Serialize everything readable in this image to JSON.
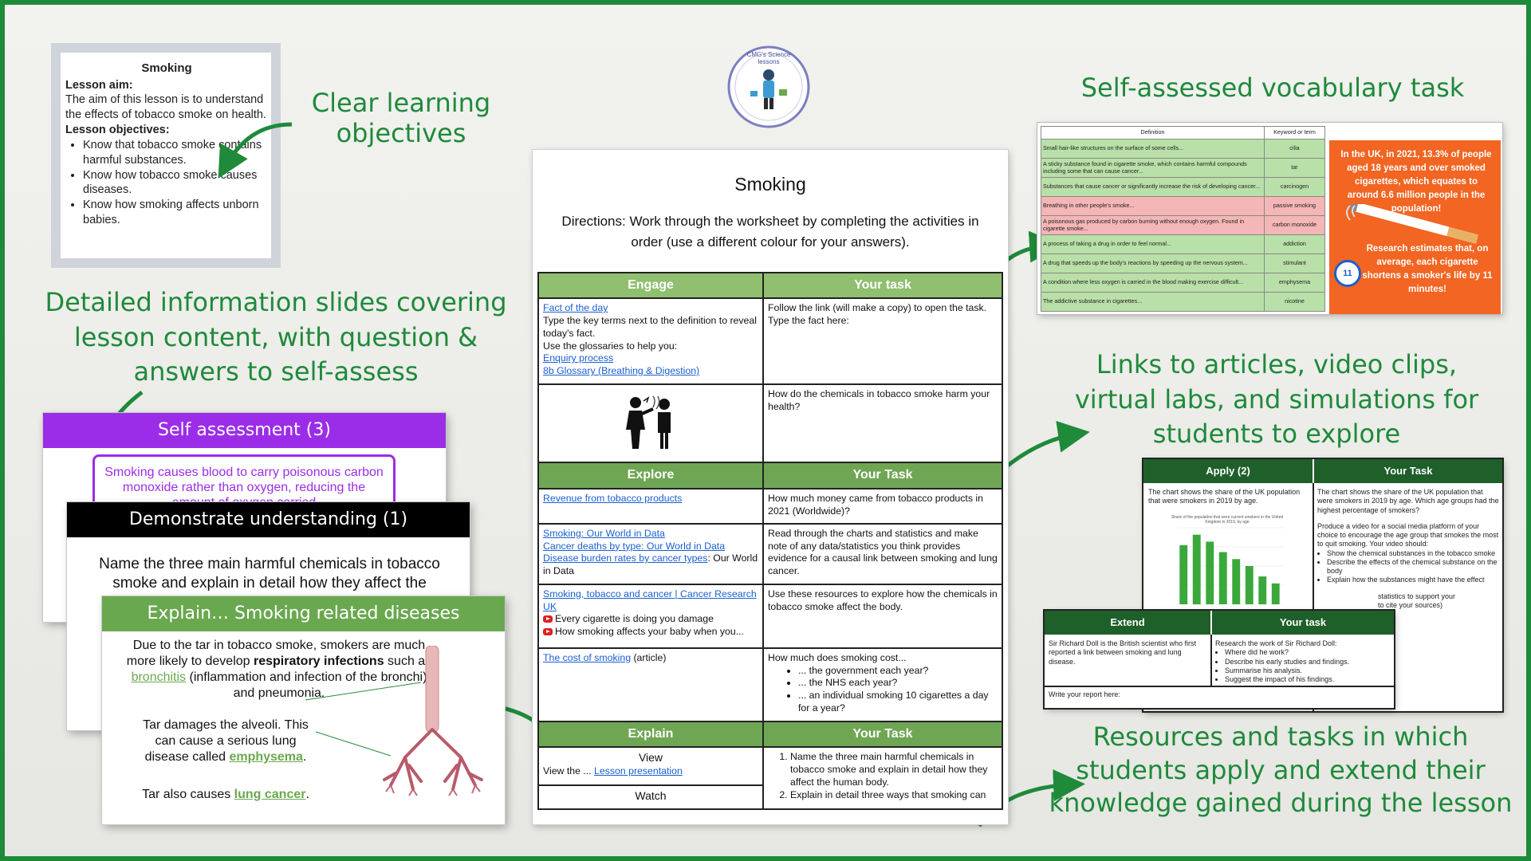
{
  "headings": {
    "objectives": "Clear learning objectives",
    "vocab": "Self-assessed vocabulary task",
    "info": "Detailed information slides covering lesson content, with question & answers to self-assess",
    "links": "Links to articles, video clips, virtual labs, and simulations for students to explore",
    "resources": "Resources and tasks in which students apply and extend their knowledge gained during the lesson"
  },
  "logo": {
    "text": "CMG's Science lessons"
  },
  "objectives_card": {
    "title": "Smoking",
    "aim_label": "Lesson aim:",
    "aim_text": "The aim of this lesson is to understand the effects of tobacco smoke on health.",
    "objectives_label": "Lesson objectives:",
    "objectives": [
      "Know that tobacco smoke contains harmful substances.",
      "Know how tobacco smoke causes diseases.",
      "Know how smoking affects unborn babies."
    ]
  },
  "worksheet": {
    "title": "Smoking",
    "directions": "Directions: Work through the worksheet by completing the activities in order (use a different colour for your answers).",
    "engage": {
      "header": "Engage",
      "task_header": "Your task",
      "link_fact": "Fact of the day",
      "text1": "Type the key terms next to the definition to reveal today's fact.",
      "text2": "Use the glossaries to help you:",
      "link_enquiry": "Enquiry process",
      "link_glossary": "8b Glossary (Breathing & Digestion)",
      "task1": "Follow the link (will make a copy) to open the task. Type the fact here:",
      "task2": "How do the chemicals in tobacco smoke harm your health?"
    },
    "explore": {
      "header": "Explore",
      "task_header": "Your Task",
      "link_revenue": "Revenue from tobacco products",
      "q_revenue": "How much money came from tobacco products in 2021 (Worldwide)?",
      "link_owid1": "Smoking: Our World in Data",
      "link_owid2": "Cancer deaths by type: Our World in Data",
      "link_owid3": "Disease burden rates by cancer types",
      "owid3_suffix": ": Our World in Data",
      "q_charts": "Read through the charts and statistics and make note of any data/statistics you think provides evidence for a causal link between smoking and lung cancer.",
      "link_cruk": "Smoking, tobacco and cancer | Cancer Research UK",
      "video1": "Every cigarette is doing you damage",
      "video2": "How smoking affects your baby when you...",
      "q_resources": "Use these resources to explore how the chemicals in tobacco smoke affect the body.",
      "link_cost": "The cost of smoking",
      "cost_suffix": " (article)",
      "q_cost": "How much does smoking cost...",
      "cost_items": [
        "... the government each year?",
        "... the NHS each year?",
        "... an individual smoking 10 cigarettes a day for a year?"
      ]
    },
    "explain": {
      "header": "Explain",
      "task_header": "Your Task",
      "view": "View",
      "view_the": "View the ... ",
      "link_presentation": "Lesson presentation",
      "watch": "Watch",
      "tasks": [
        "Name the three main harmful chemicals in tobacco smoke and explain in detail how they affect the human body.",
        "Explain in detail three ways that smoking can"
      ]
    }
  },
  "slides": {
    "self_assessment": {
      "title": "Self assessment (3)",
      "text": "Smoking causes blood to carry poisonous carbon monoxide rather than oxygen, reducing the amount of oxygen carried"
    },
    "demonstrate": {
      "title": "Demonstrate understanding (1)",
      "text": "Name the three main harmful chemicals in tobacco smoke and explain in detail how they affect the human body."
    },
    "explain": {
      "title": "Explain… Smoking related diseases",
      "p1_a": "Due to the tar in tobacco smoke, smokers are much more likely to develop ",
      "p1_b": "respiratory infections",
      "p1_c": " such as ",
      "p1_link": "bronchitis",
      "p1_d": " (inflammation and infection of the bronchi) and pneumonia.",
      "p2_a": "Tar damages the alveoli. This can cause a serious lung disease called ",
      "p2_link": "emphysema",
      "p3_a": "Tar also causes ",
      "p3_link": "lung cancer"
    }
  },
  "vocab": {
    "col_def": "Definition",
    "col_key": "Keyword or term",
    "rows": [
      {
        "def": "Small hair-like structures on the surface of some cells...",
        "key": "cilia",
        "color": "#b9e0a8"
      },
      {
        "def": "A sticky substance found in cigarette smoke, which contains harmful compounds including some that can cause cancer...",
        "key": "tar",
        "color": "#b9e0a8"
      },
      {
        "def": "Substances that cause cancer or significantly increase the risk of developing cancer...",
        "key": "carcinogen",
        "color": "#b9e0a8"
      },
      {
        "def": "Breathing in other people's smoke...",
        "key": "passive smoking",
        "color": "#f4b6b6"
      },
      {
        "def": "A poisonous gas produced by carbon burning without enough oxygen. Found in cigarette smoke...",
        "key": "carbon monoxide",
        "color": "#f4b6b6"
      },
      {
        "def": "A process of taking a drug in order to feel normal...",
        "key": "addiction",
        "color": "#b9e0a8"
      },
      {
        "def": "A drug that speeds up the body's reactions by speeding up the nervous system...",
        "key": "stimulant",
        "color": "#b9e0a8"
      },
      {
        "def": "A condition where less oxygen is carried in the blood making exercise difficult...",
        "key": "emphysema",
        "color": "#b9e0a8"
      },
      {
        "def": "The addictive substance in cigarettes...",
        "key": "nicotine",
        "color": "#b9e0a8"
      }
    ],
    "fact": "In the UK, in 2021, 13.3% of people aged 18 years and over smoked cigarettes, which equates to around 6.6 million people in the population!",
    "research": "Research estimates that, on average, each cigarette shortens a smoker's life by 11 minutes!",
    "clock_number": "11"
  },
  "apply": {
    "header_left": "Apply (2)",
    "header_right": "Your Task",
    "left_text": "The chart shows the share of the UK population that were smokers in 2019 by age.",
    "chart_title": "Share of the population that were current smokers in the United Kingdom in 2019, by age",
    "right_text": "The chart shows the share of the UK population that were smokers in 2019 by age. Which age groups had the highest percentage of smokers?",
    "right_text2": "Produce a video for a social media platform of your choice to encourage the age group that smokes the most to quit smoking. Your video should:",
    "bullets": [
      "Show the chemical substances in the tobacco smoke",
      "Describe the effects of the chemical substance on the body",
      "Explain how the substances might have the effect"
    ],
    "tail1": "statistics to support your",
    "tail2": "to cite your sources)"
  },
  "extend": {
    "header_left": "Extend",
    "header_right": "Your task",
    "left_text": "Sir Richard Doll is the British scientist who first reported a link between smoking and lung disease.",
    "right_text": "Research the work of Sir Richard Doll:",
    "bullets": [
      "Where did he work?",
      "Describe his early studies and findings.",
      "Summarise his analysis.",
      "Suggest the impact of his findings."
    ],
    "footer": "Write your report here:"
  },
  "chart_data": {
    "type": "bar",
    "title": "Share of the population that were current smokers in the United Kingdom in 2019, by age",
    "values": [
      17,
      20,
      18,
      15,
      13,
      11,
      8,
      6
    ],
    "ylim": [
      0,
      22
    ]
  },
  "colors": {
    "brand_green": "#1e8a3a",
    "header_green": "#8fbf6f",
    "purple": "#9b2de8",
    "orange": "#f26522"
  }
}
